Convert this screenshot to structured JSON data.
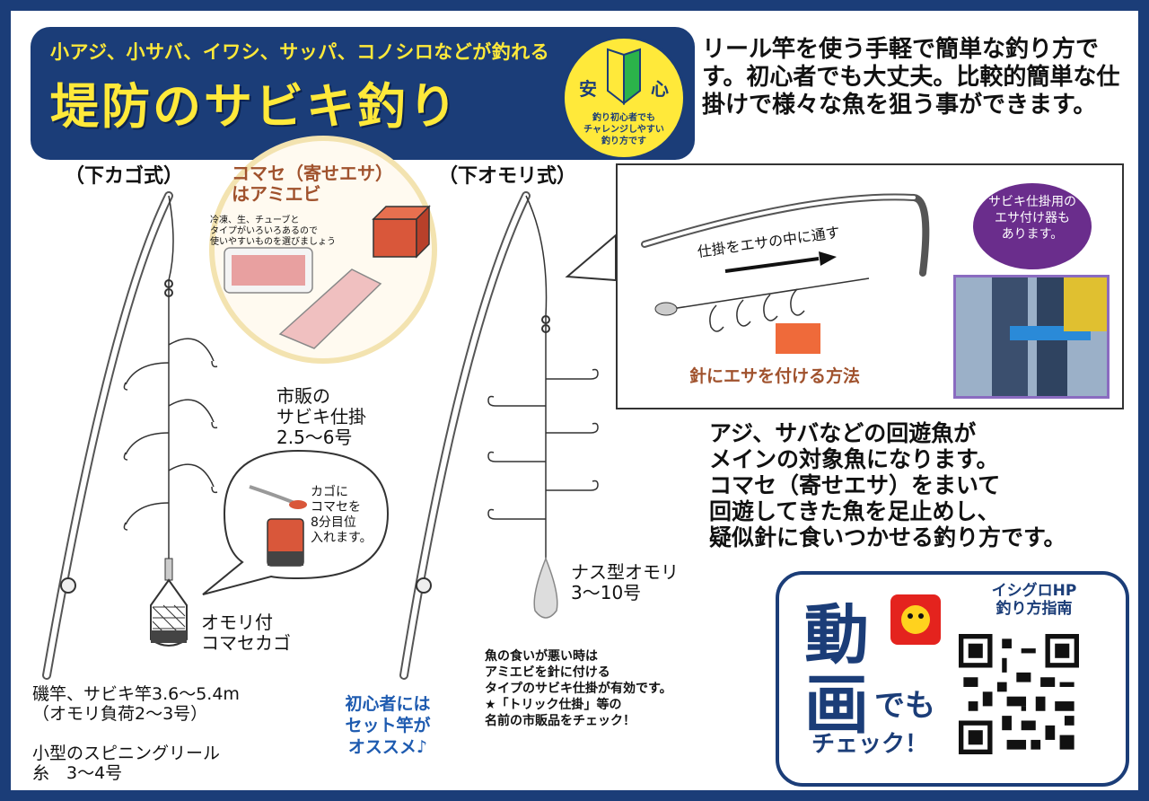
{
  "header": {
    "subtitle": "小アジ、小サバ、イワシ、サッパ、コノシロなどが釣れる",
    "title": "堤防のサビキ釣り",
    "badge_left": "安",
    "badge_right": "心",
    "badge_text": "釣り初心者でも\nチャレンジしやすい\n釣り方です"
  },
  "intro": "リール竿を使う手軽で簡単な釣り方です。初心者でも大丈夫。比較的簡単な仕掛けで様々な魚を狙う事ができます。",
  "left_rig": {
    "label": "（下カゴ式）",
    "shikake": "市販の\nサビキ仕掛\n2.5〜6号",
    "kago_note": "カゴに\nコマセを\n8分目位\n入れます。",
    "kago_label": "オモリ付\nコマセカゴ"
  },
  "komase": {
    "title": "コマセ（寄せエサ）\nはアミエビ",
    "note": "冷凍、生、チューブと\nタイプがいろいろあるので\n使いやすいものを選びましょう"
  },
  "right_rig": {
    "label": "（下オモリ式）",
    "omori": "ナス型オモリ\n3〜10号",
    "note": "魚の食いが悪い時は\nアミエビを針に付ける\nタイプのサビキ仕掛が有効です。\n★「トリック仕掛」等の\n名前の市販品をチェック！"
  },
  "inset": {
    "arrow_text": "仕掛をエサの中に通す",
    "caption": "針にエサを付ける方法",
    "bubble": "サビキ仕掛用の\nエサ付け器も\nあります。"
  },
  "description": "アジ、サバなどの回遊魚が\nメインの対象魚になります。\nコマセ（寄せエサ）をまいて\n回遊してきた魚を足止めし、\n疑似針に食いつかせる釣り方です。",
  "equipment": "磯竿、サビキ竿3.6〜5.4m\n（オモリ負荷2〜3号）\n\n小型のスピニングリール\n糸　3〜4号",
  "beginner": "初心者には\nセット竿が\nオススメ♪",
  "video": {
    "big1": "動",
    "big2": "画",
    "demo": "でも",
    "check": "チェック！",
    "hp": "イシグロHP\n釣り方指南"
  },
  "colors": {
    "navy": "#1b3d78",
    "yellow": "#ffe93a",
    "brown": "#a0522d",
    "purple": "#6a2d8c",
    "blue_text": "#1e5bb0"
  }
}
